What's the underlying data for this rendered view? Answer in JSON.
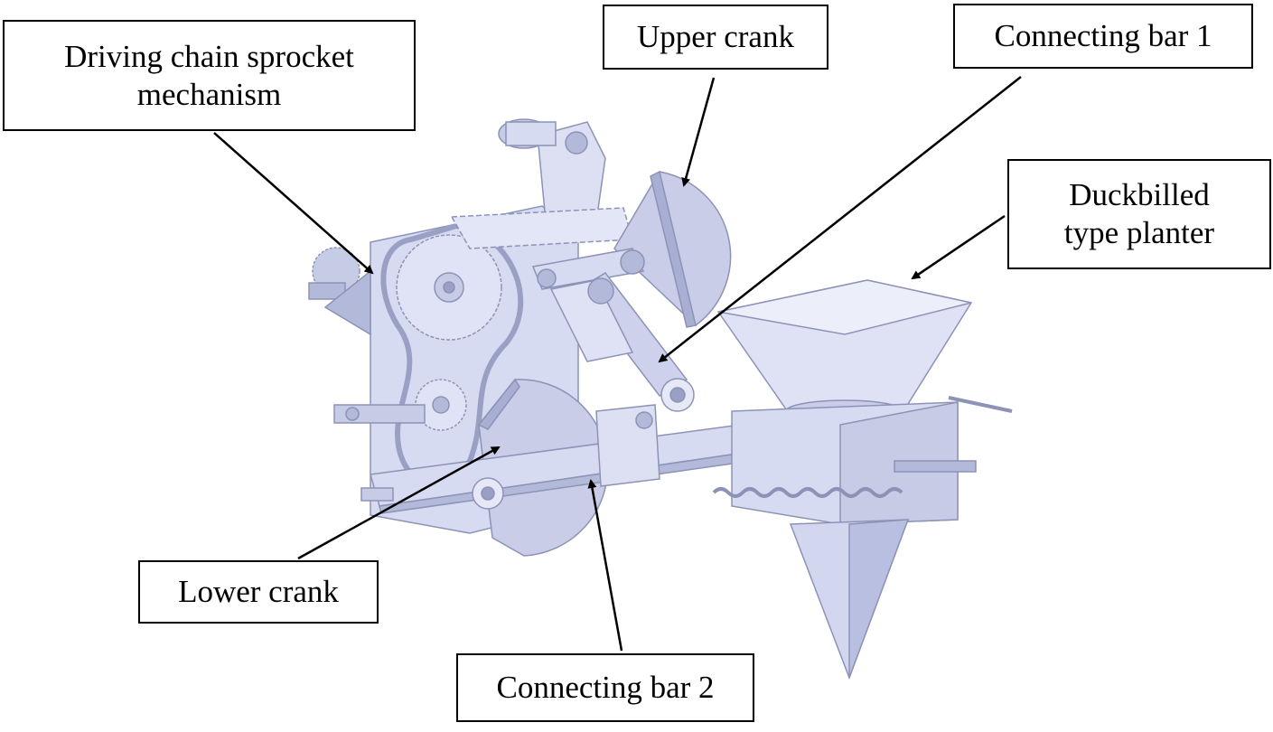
{
  "labels": {
    "driving": {
      "line1": "Driving chain sprocket",
      "line2": "mechanism"
    },
    "upper_crank": "Upper crank",
    "connecting_bar_1": "Connecting bar 1",
    "duckbilled": {
      "line1": "Duckbilled",
      "line2": "type planter"
    },
    "lower_crank": "Lower crank",
    "connecting_bar_2": "Connecting bar 2"
  },
  "colors": {
    "part_fill": "#d7dbf1",
    "part_shade": "#b3b9d9",
    "part_light": "#eceefa",
    "edge": "#8d93b6",
    "arrow": "#000000"
  }
}
